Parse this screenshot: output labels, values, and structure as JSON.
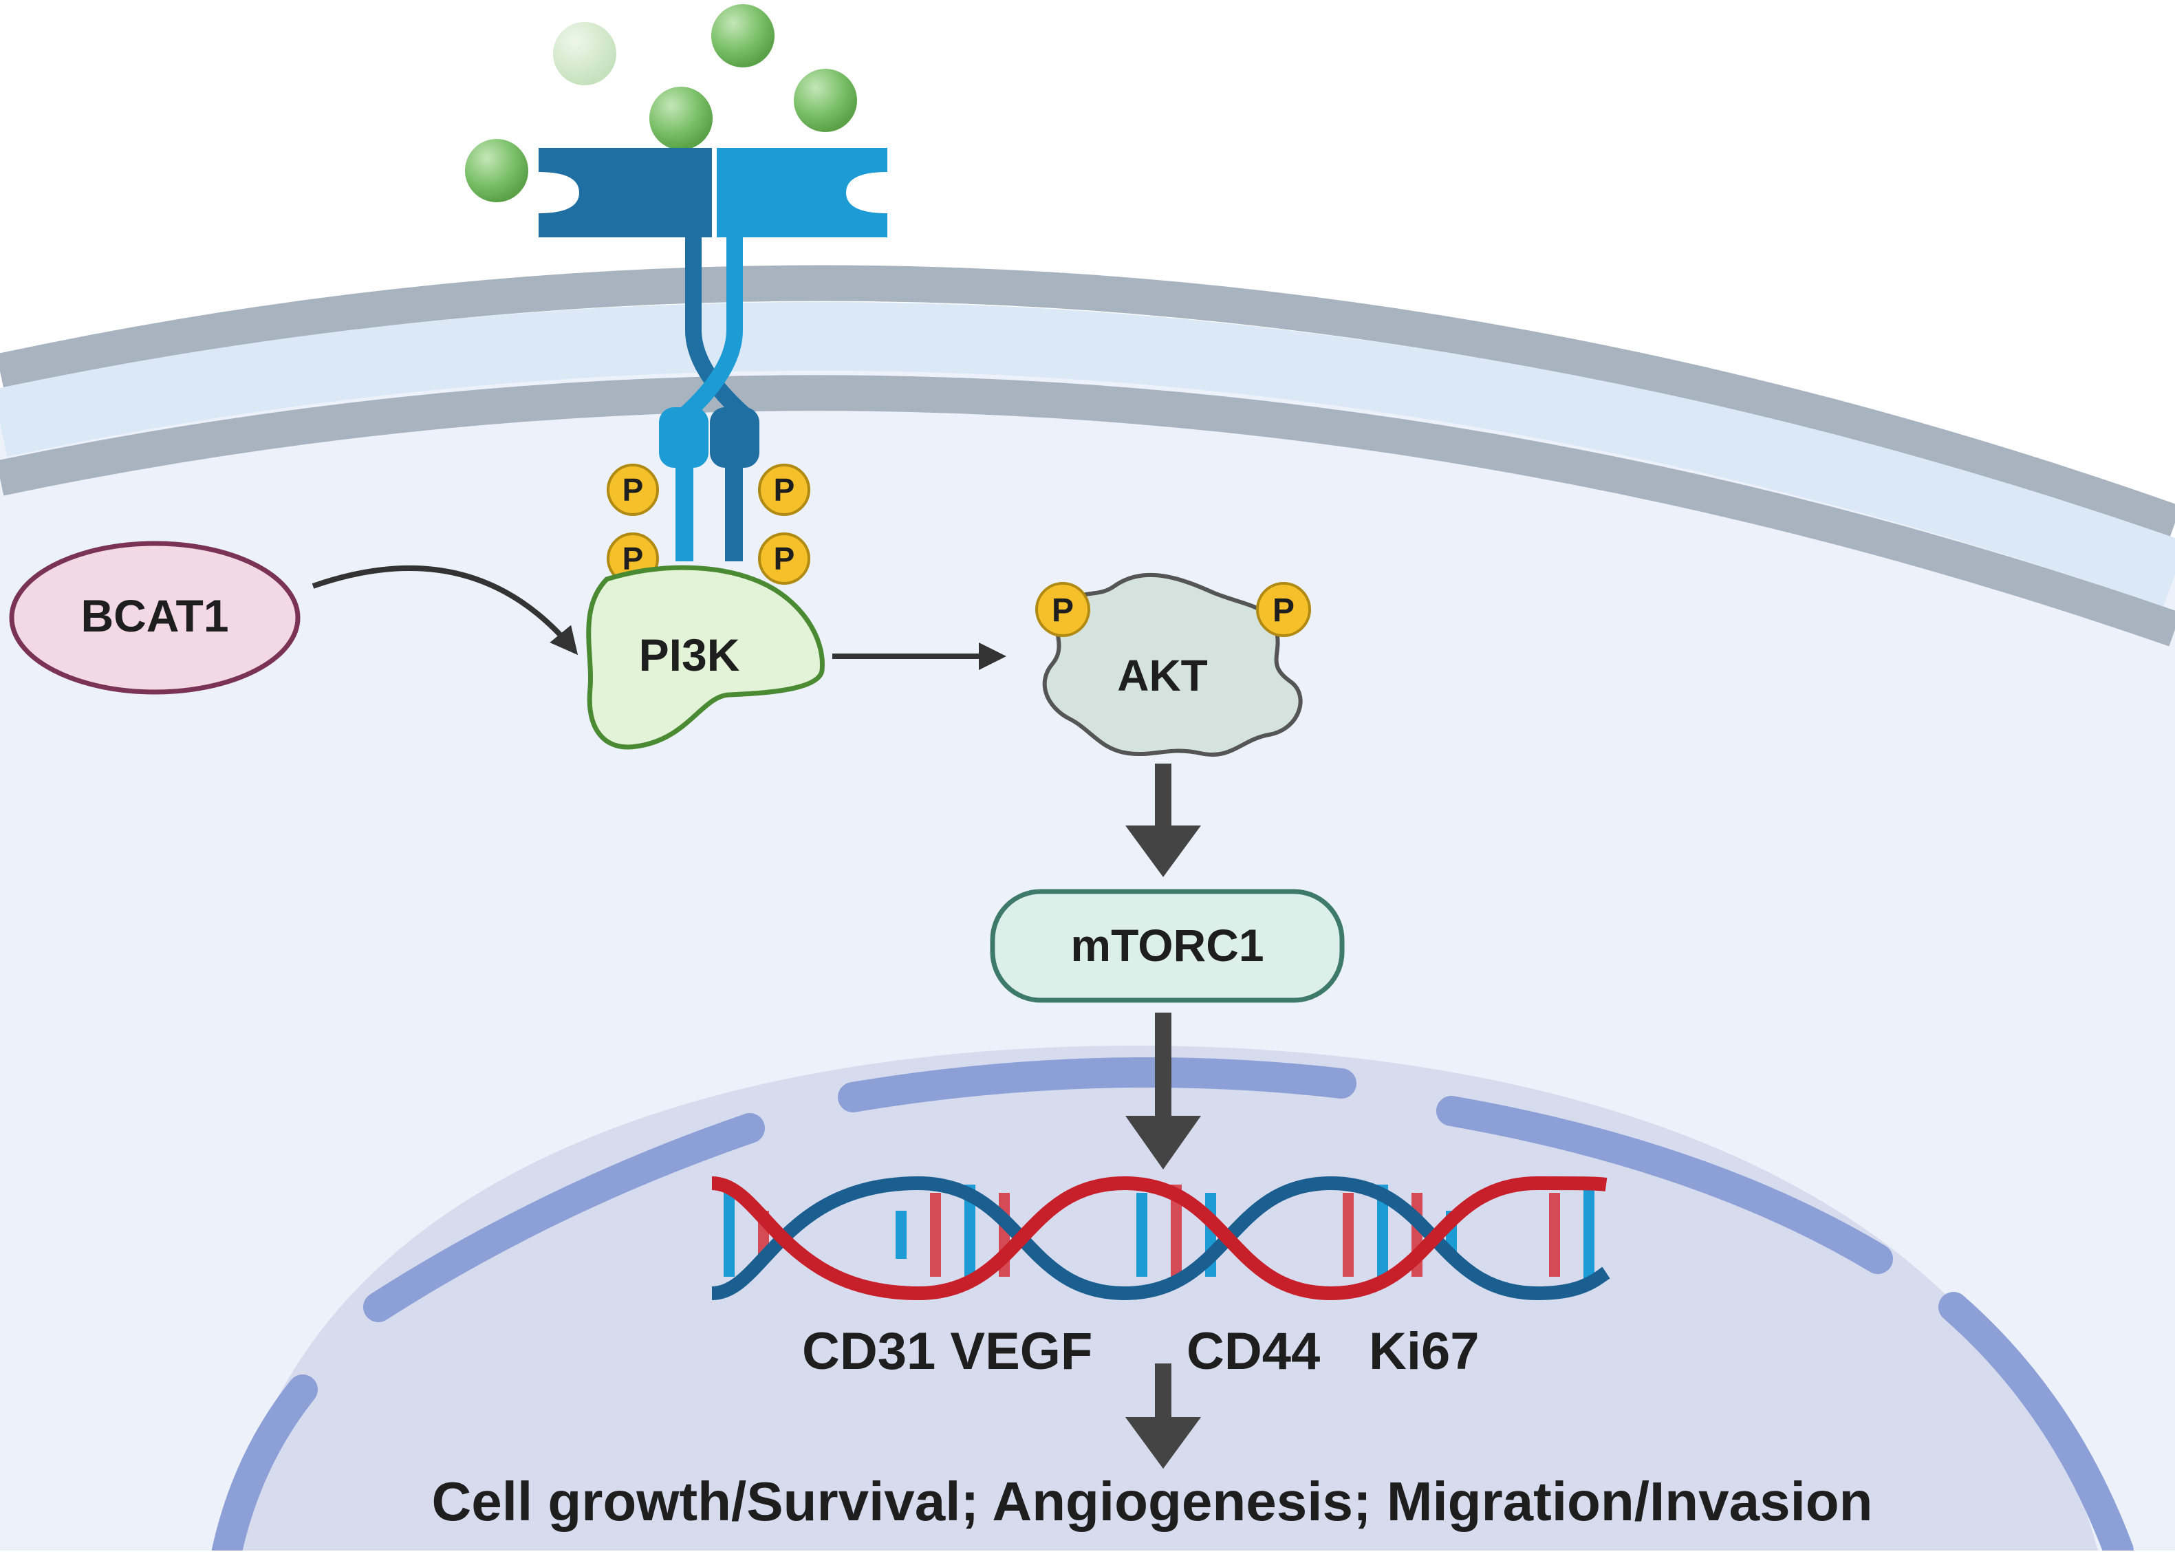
{
  "nodes": {
    "bcat1": "BCAT1",
    "pi3k": "PI3K",
    "akt": "AKT",
    "mtorc1": "mTORC1"
  },
  "phospho_label": "P",
  "genes": {
    "cd31_vegf": "CD31 VEGF",
    "cd44": "CD44",
    "ki67": "Ki67"
  },
  "outcome": "Cell growth/Survival; Angiogenesis; Migration/Invasion",
  "colors": {
    "ligand": "#7cc16a",
    "receptor_dark": "#1f6fa3",
    "receptor_light": "#1c9bd4",
    "phosphate": "#f5c02a",
    "membrane": "#a7b4c0",
    "cytoplasm": "#edf2fa",
    "nucleus": "#d6dcee",
    "nuclear_envelope": "#8c9fd6",
    "dna_red": "#c8202a",
    "dna_blue": "#1b5f91",
    "bcat1_fill": "#f2d9e4",
    "pi3k_fill": "#e3f3d7",
    "akt_fill": "#d5e3df",
    "mtorc1_fill": "#dcefe9",
    "arrow": "#444444"
  }
}
